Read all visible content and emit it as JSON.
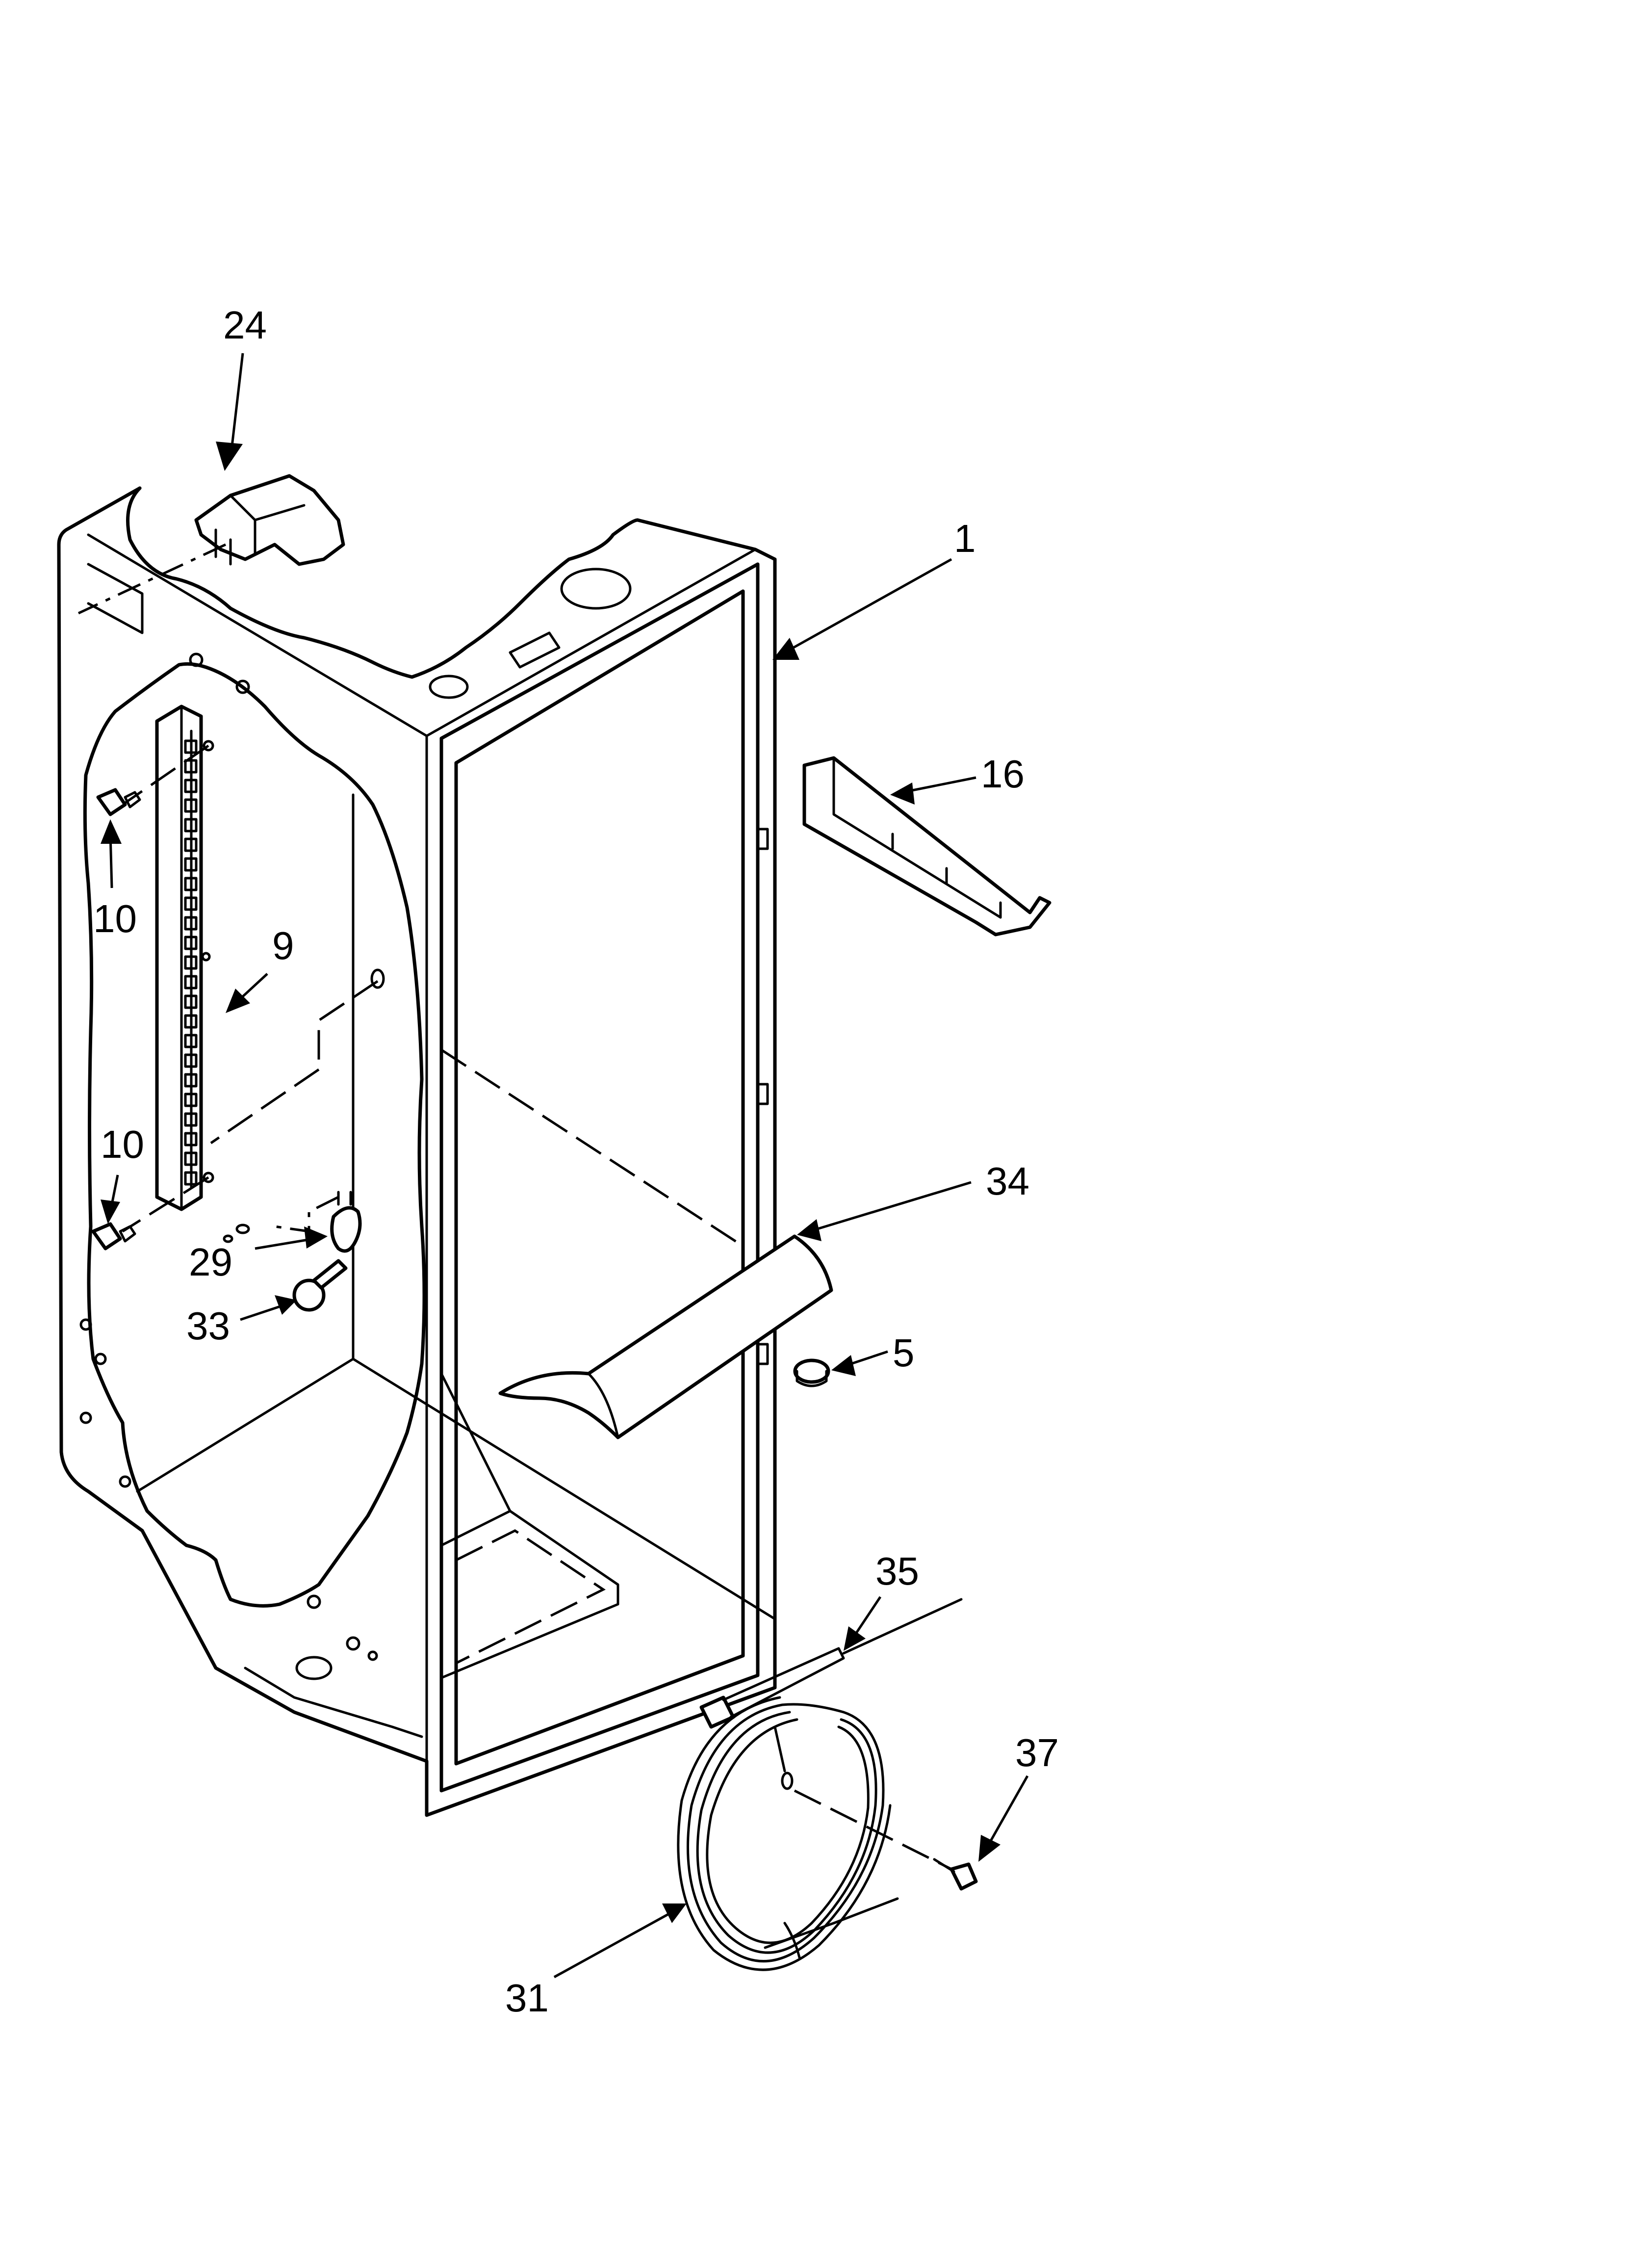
{
  "callouts": [
    {
      "id": "c24",
      "text": "24"
    },
    {
      "id": "c1",
      "text": "1"
    },
    {
      "id": "c16",
      "text": "16"
    },
    {
      "id": "c10a",
      "text": "10"
    },
    {
      "id": "c9",
      "text": "9"
    },
    {
      "id": "c10b",
      "text": "10"
    },
    {
      "id": "c29",
      "text": "29"
    },
    {
      "id": "c33",
      "text": "33"
    },
    {
      "id": "c34",
      "text": "34"
    },
    {
      "id": "c5",
      "text": "5"
    },
    {
      "id": "c35",
      "text": "35"
    },
    {
      "id": "c37",
      "text": "37"
    },
    {
      "id": "c31",
      "text": "31"
    }
  ]
}
